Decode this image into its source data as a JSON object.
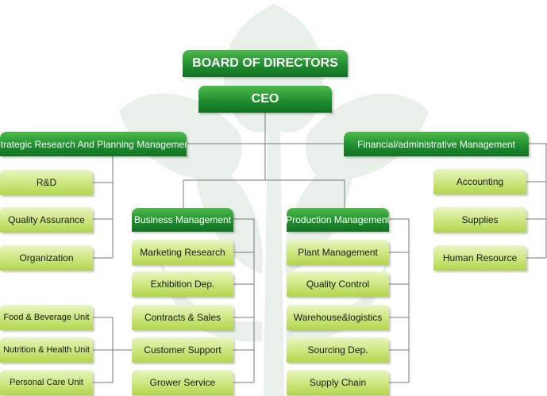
{
  "colors": {
    "dark_green": "#1d8b2e",
    "light_green": "#cbe67b",
    "connector": "#7a7a7a",
    "watermark": "#e9efe9"
  },
  "watermark": {
    "icon": "leaf-plant-icon"
  },
  "chart": {
    "board": "BOARD OF DIRECTORS",
    "ceo": "CEO",
    "strategic": {
      "label": "Strategic Research And Planning Management",
      "units": [
        "R&D",
        "Quality Assurance",
        "Organization"
      ]
    },
    "financial": {
      "label": "Financial/administrative Management",
      "units": [
        "Accounting",
        "Supplies",
        "Human Resource"
      ]
    },
    "business": {
      "label": "Business Management",
      "units": [
        "Marketing Research",
        "Exhibition Dep.",
        "Contracts & Sales",
        "Customer Support",
        "Grower Service"
      ]
    },
    "production": {
      "label": "Production Management",
      "units": [
        "Plant Management",
        "Quality Control",
        "Warehouse&logistics",
        "Sourcing Dep.",
        "Supply Chain"
      ]
    },
    "product_units": [
      "Food & Beverage Unit",
      "Nutrition & Health Unit",
      "Personal Care Unit"
    ]
  }
}
